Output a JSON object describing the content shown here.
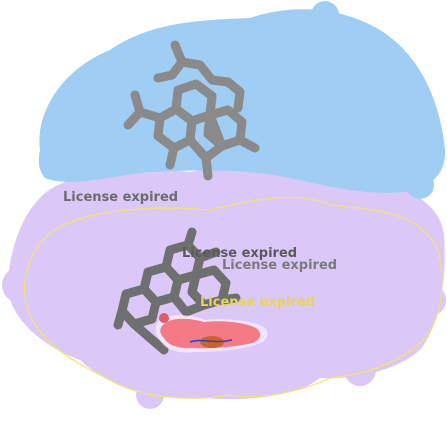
{
  "labels": {
    "top": "License expired",
    "mid_a": "License expired",
    "mid_b": "License expired",
    "mid_c": "License expired"
  },
  "colors": {
    "background": "#ffffff",
    "top_surface": "#9fcdf4",
    "lower_surface": "#dcc8f8",
    "pink_surface": "#f8d4ee",
    "outline": "#f4e46a",
    "ligand": "#8a8a8a",
    "ligand_dark": "#6f6f6f",
    "blob": "#f47a86",
    "blob_blue": "#2a3fd4",
    "blob_orange": "#c8662a",
    "label_text": "#6c6c6c",
    "label_yellow": "#e6d45a"
  }
}
